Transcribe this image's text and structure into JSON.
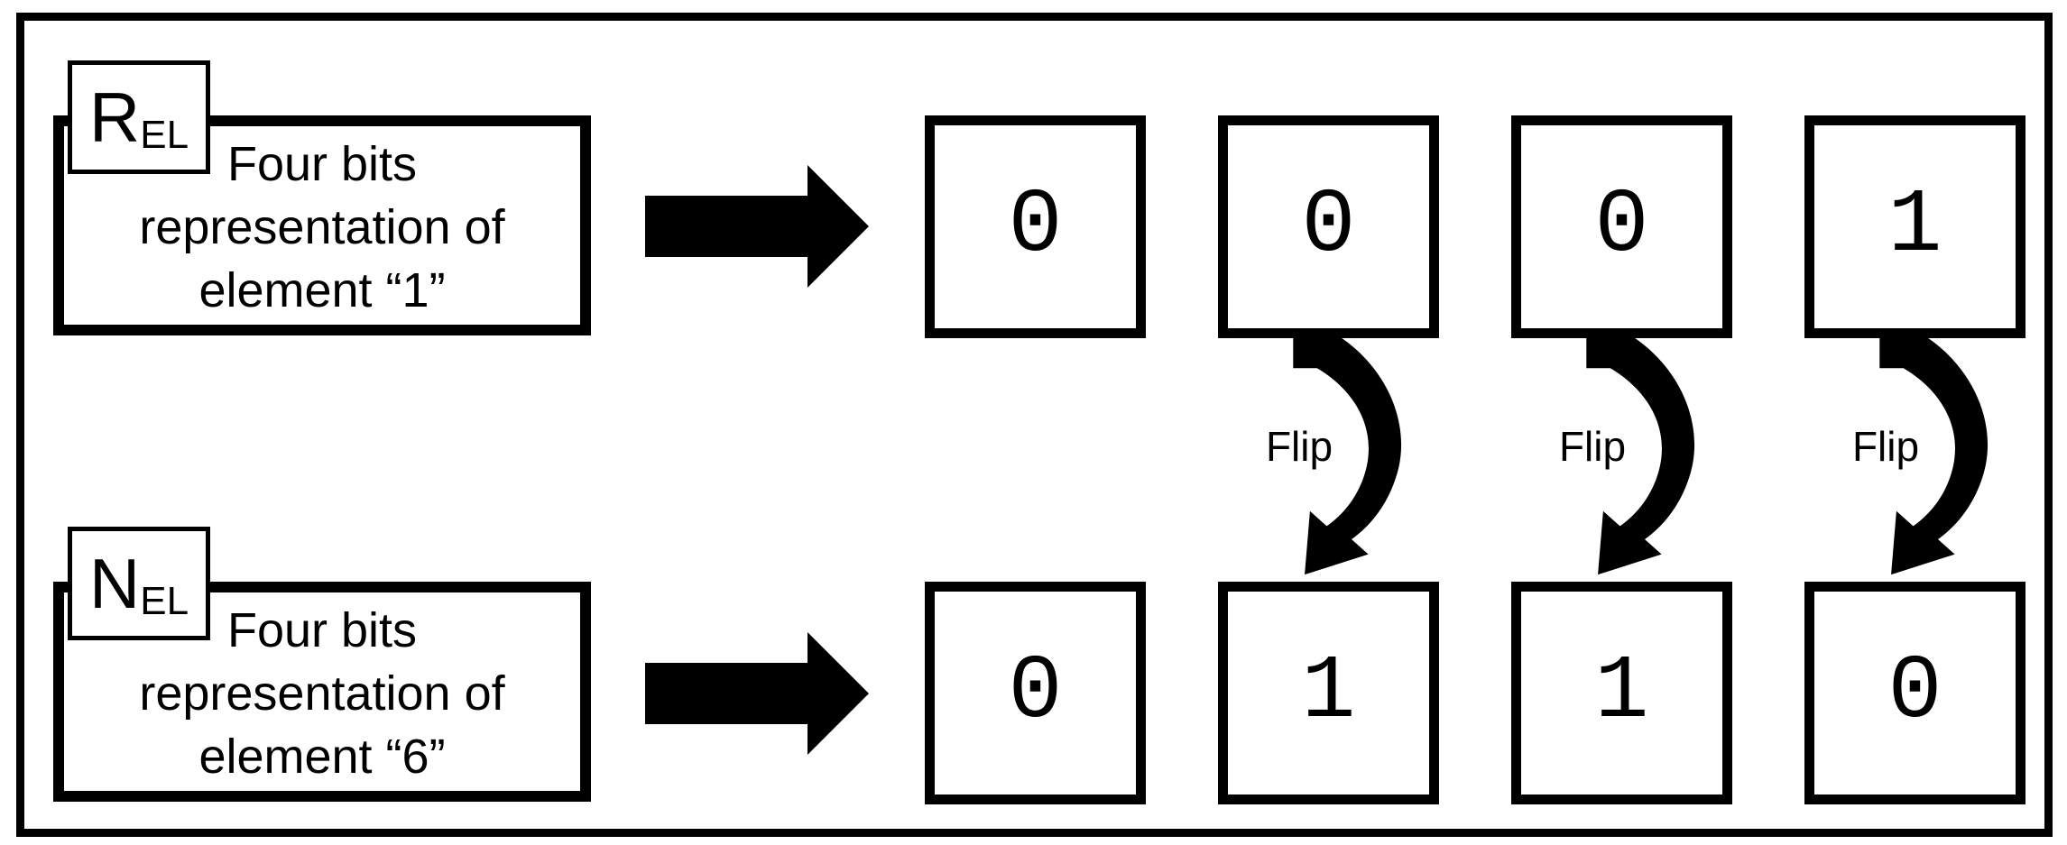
{
  "figure": {
    "background": "#ffffff",
    "ink_color": "#000000",
    "flip_label": "Flip",
    "rows": [
      {
        "register": {
          "symbol": "R",
          "subscript": "EL"
        },
        "description_lines": [
          "Four bits",
          "representation of",
          "element “1”"
        ],
        "bits": [
          "0",
          "0",
          "0",
          "1"
        ]
      },
      {
        "register": {
          "symbol": "N",
          "subscript": "EL"
        },
        "description_lines": [
          "Four bits",
          "representation of",
          "element “6”"
        ],
        "bits": [
          "0",
          "1",
          "1",
          "0"
        ]
      }
    ]
  }
}
